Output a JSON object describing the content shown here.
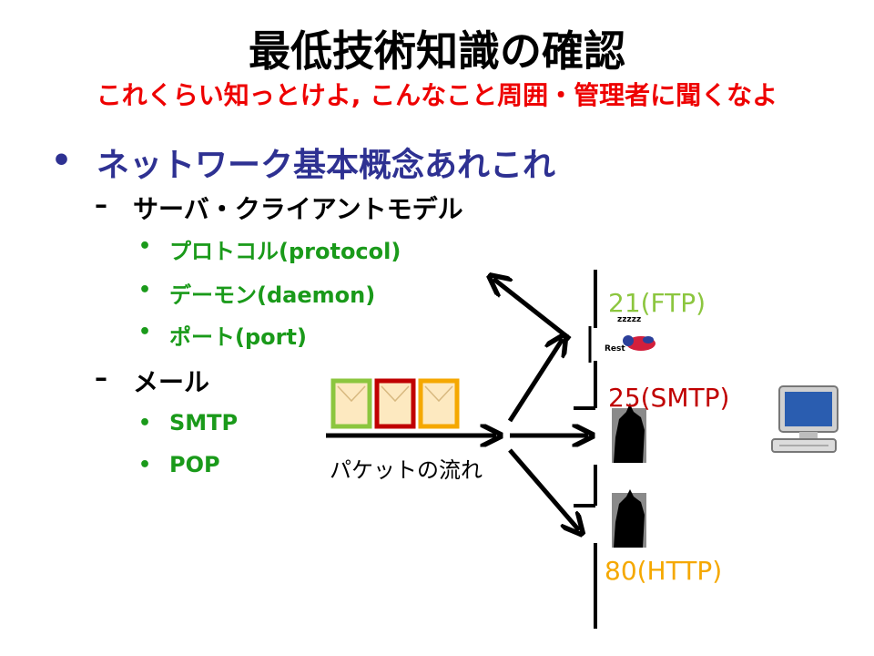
{
  "slide": {
    "title": "最低技術知識の確認",
    "subtitle": "これくらい知っとけよ, こんなこと周囲・管理者に聞くなよ",
    "bullet": {
      "marker": "•",
      "text": "ネットワーク基本概念あれこれ",
      "groups": [
        {
          "dash": "–",
          "label": "サーバ・クライアントモデル",
          "items": [
            "プロトコル(protocol)",
            "デーモン(daemon)",
            "ポート(port)"
          ]
        },
        {
          "dash": "–",
          "label": "メール",
          "items": [
            "SMTP",
            "POP"
          ]
        }
      ],
      "subitem_marker": "•"
    }
  },
  "diagram": {
    "flow_label": "パケットの流れ",
    "ports": {
      "ftp": "21(FTP)",
      "smtp": "25(SMTP)",
      "http": "80(HTTP)"
    },
    "sleep_label": "Rest",
    "sleep_zz": "zzzzz",
    "packet_colors": [
      "#8cc63f",
      "#c00000",
      "#f5a800"
    ],
    "icons": [
      "envelope-icon",
      "sleeping-daemon-icon",
      "daemon-silhouette-icon",
      "computer-icon"
    ]
  }
}
